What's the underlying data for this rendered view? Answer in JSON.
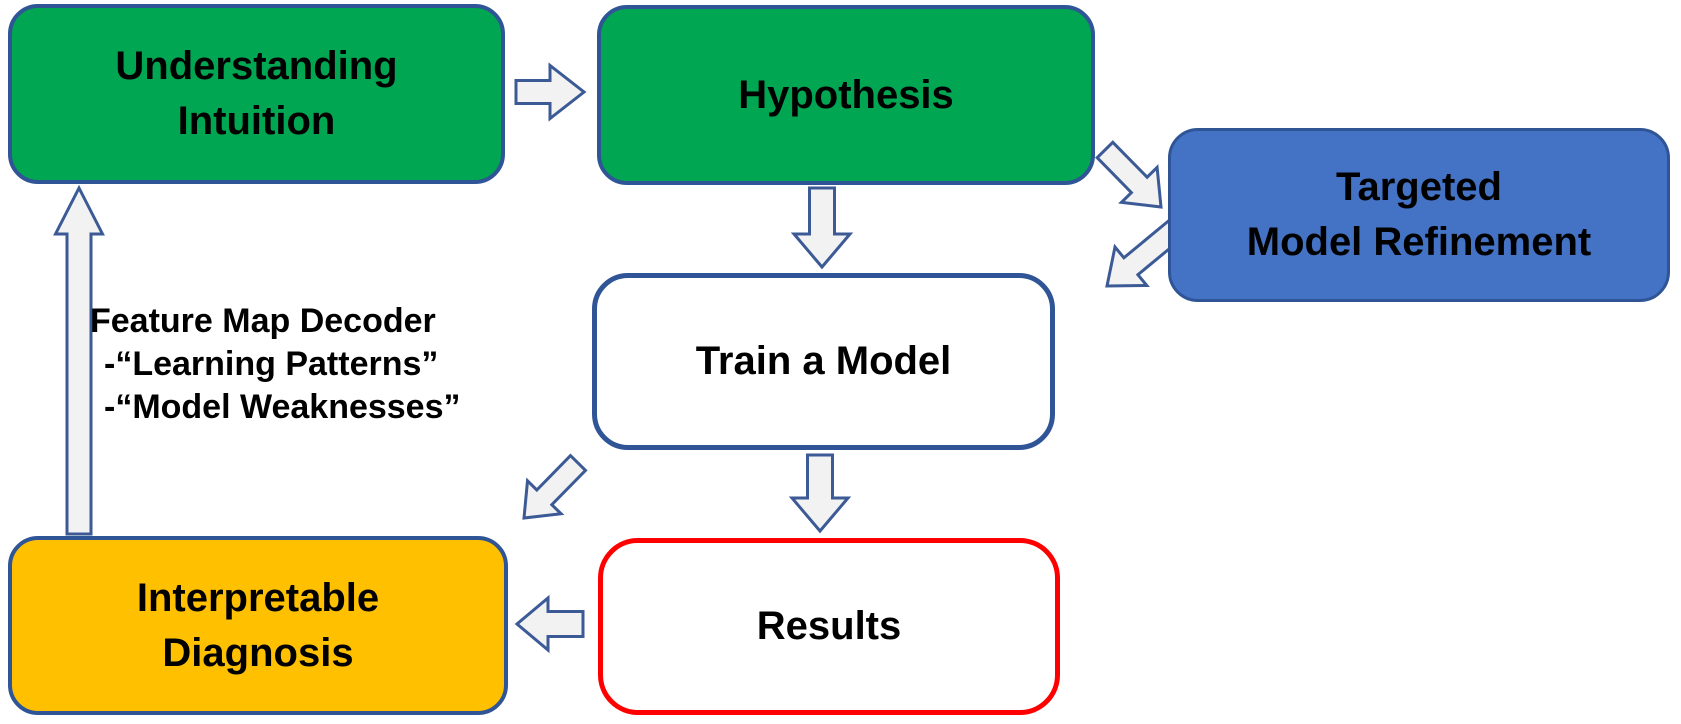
{
  "diagram": {
    "nodes": [
      {
        "id": "understanding-intuition",
        "label": "Understanding\nIntuition",
        "fill": "#00A651",
        "border": "#2F5597",
        "text_color": "#000000"
      },
      {
        "id": "hypothesis",
        "label": "Hypothesis",
        "fill": "#00A651",
        "border": "#2F5597",
        "text_color": "#000000"
      },
      {
        "id": "targeted-model-refinement",
        "label": "Targeted\nModel Refinement",
        "fill": "#4472C4",
        "border": "#2F5597",
        "text_color": "#000000"
      },
      {
        "id": "train-a-model",
        "label": "Train a Model",
        "fill": "#FFFFFF",
        "border": "#2F5597",
        "text_color": "#000000"
      },
      {
        "id": "results",
        "label": "Results",
        "fill": "#FFFFFF",
        "border": "#FF0000",
        "text_color": "#000000"
      },
      {
        "id": "interpretable-diagnosis",
        "label": "Interpretable\nDiagnosis",
        "fill": "#FFC000",
        "border": "#2F5597",
        "text_color": "#000000"
      }
    ],
    "annotation": {
      "lines": [
        "Feature Map Decoder",
        "-“Learning Patterns”",
        "-“Model Weaknesses”"
      ]
    },
    "arrows": [
      {
        "name": "arrow-understanding-to-hypothesis-icon",
        "direction": "right"
      },
      {
        "name": "arrow-hypothesis-to-train-icon",
        "direction": "down"
      },
      {
        "name": "arrow-hypothesis-to-refinement-icon",
        "direction": "down-right"
      },
      {
        "name": "arrow-refinement-to-train-icon",
        "direction": "down-left"
      },
      {
        "name": "arrow-train-to-results-icon",
        "direction": "down"
      },
      {
        "name": "arrow-train-to-diagnosis-icon",
        "direction": "down-left"
      },
      {
        "name": "arrow-results-to-diagnosis-icon",
        "direction": "left"
      },
      {
        "name": "arrow-diagnosis-to-understanding-icon",
        "direction": "up"
      }
    ],
    "colors": {
      "background": "#FFFFFF",
      "arrow_fill": "#F2F2F2",
      "arrow_stroke": "#3C5A96"
    }
  }
}
